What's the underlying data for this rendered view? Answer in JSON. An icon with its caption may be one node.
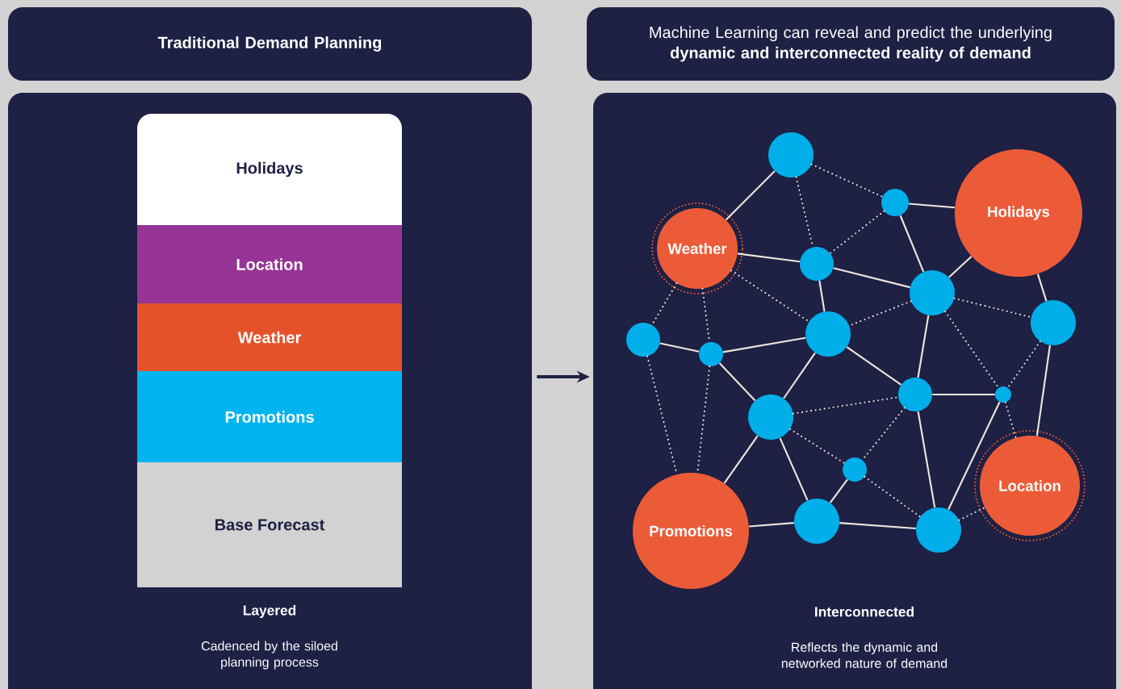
{
  "diagram": {
    "nodes": [
      {
        "text": [
          "Traditional Demand Planning"
        ]
      },
      {
        "text": [
          "Machine Learning can reveal and predict the underlying **dynamic and interconnected reality of demand**"
        ]
      },
      {
        "text": [
          "Layered",
          "Cadenced by the siloed planning process"
        ]
      },
      {
        "text": [
          "Holidays"
        ],
        "in": 2
      },
      {
        "text": [
          "Location"
        ],
        "in": 2
      },
      {
        "text": [
          "Weather"
        ],
        "in": 2
      },
      {
        "text": [
          "Promotions"
        ],
        "in": 2
      },
      {
        "text": [
          "Base Forecast"
        ],
        "in": 2
      },
      {
        "text": [
          "Interconnected",
          "Reflects the dynamic and networked nature of demand"
        ]
      },
      {
        "text": [],
        "shape": "circle",
        "in": 8
      },
      {
        "text": [],
        "shape": "circle",
        "in": 8
      },
      {
        "text": [
          "Holidays"
        ],
        "in": 8
      },
      {
        "text": [
          "Weather"
        ],
        "in": 8
      },
      {
        "text": [],
        "shape": "circle",
        "in": 8
      },
      {
        "text": [],
        "shape": "circle",
        "in": 8
      },
      {
        "text": [],
        "shape": "circle",
        "in": 8
      },
      {
        "text": [],
        "shape": "circle",
        "in": 8
      },
      {
        "text": [],
        "shape": "circle",
        "in": 8
      },
      {
        "text": [],
        "shape": "circle",
        "in": 8
      },
      {
        "text": [],
        "shape": "circle",
        "in": 8
      },
      {
        "text": [],
        "shape": "circle",
        "in": 8
      },
      {
        "text": [],
        "shape": "circle",
        "in": 8
      },
      {
        "text": [],
        "shape": "circle",
        "in": 8
      },
      {
        "text": [
          "Location"
        ],
        "in": 8
      },
      {
        "text": [],
        "shape": "circle",
        "in": 8
      },
      {
        "text": [
          "Promotions"
        ],
        "in": 8
      },
      {
        "text": [],
        "shape": "circle",
        "in": 8
      }
    ],
    "edges": [
      {
        "from": 2,
        "to": 8,
        "arrow": "to",
        "color": "#1e2044"
      },
      {
        "from": 9,
        "to": 12,
        "arrow": "none"
      },
      {
        "from": 9,
        "to": 10,
        "arrow": "none",
        "style": "dashed"
      },
      {
        "from": 9,
        "to": 13,
        "arrow": "none",
        "style": "dashed"
      },
      {
        "from": 10,
        "to": 11,
        "arrow": "none"
      },
      {
        "from": 10,
        "to": 13,
        "arrow": "none",
        "style": "dashed"
      },
      {
        "from": 10,
        "to": 14,
        "arrow": "none"
      },
      {
        "from": 11,
        "to": 14,
        "arrow": "none"
      },
      {
        "from": 11,
        "to": 15,
        "arrow": "none"
      },
      {
        "from": 12,
        "to": 13,
        "arrow": "none"
      },
      {
        "from": 12,
        "to": 17,
        "arrow": "none",
        "style": "dashed"
      },
      {
        "from": 12,
        "to": 18,
        "arrow": "none",
        "style": "dashed"
      },
      {
        "from": 12,
        "to": 16,
        "arrow": "none",
        "style": "dashed"
      },
      {
        "from": 13,
        "to": 14,
        "arrow": "none"
      },
      {
        "from": 13,
        "to": 16,
        "arrow": "none"
      },
      {
        "from": 14,
        "to": 16,
        "arrow": "none",
        "style": "dashed"
      },
      {
        "from": 14,
        "to": 15,
        "arrow": "none",
        "style": "dashed"
      },
      {
        "from": 14,
        "to": 19,
        "arrow": "none"
      },
      {
        "from": 14,
        "to": 20,
        "arrow": "none",
        "style": "dashed"
      },
      {
        "from": 15,
        "to": 20,
        "arrow": "none",
        "style": "dashed"
      },
      {
        "from": 15,
        "to": 23,
        "arrow": "none"
      },
      {
        "from": 17,
        "to": 18,
        "arrow": "none"
      },
      {
        "from": 17,
        "to": 25,
        "arrow": "none",
        "style": "dashed"
      },
      {
        "from": 18,
        "to": 25,
        "arrow": "none",
        "style": "dashed"
      },
      {
        "from": 18,
        "to": 16,
        "arrow": "none"
      },
      {
        "from": 18,
        "to": 21,
        "arrow": "none"
      },
      {
        "from": 16,
        "to": 21,
        "arrow": "none"
      },
      {
        "from": 16,
        "to": 19,
        "arrow": "none"
      },
      {
        "from": 21,
        "to": 19,
        "arrow": "none",
        "style": "dashed"
      },
      {
        "from": 19,
        "to": 20,
        "arrow": "none"
      },
      {
        "from": 19,
        "to": 22,
        "arrow": "none",
        "style": "dashed"
      },
      {
        "from": 19,
        "to": 26,
        "arrow": "none"
      },
      {
        "from": 20,
        "to": 23,
        "arrow": "none",
        "style": "dashed"
      },
      {
        "from": 20,
        "to": 26,
        "arrow": "none"
      },
      {
        "from": 21,
        "to": 25,
        "arrow": "none"
      },
      {
        "from": 21,
        "to": 24,
        "arrow": "none"
      },
      {
        "from": 21,
        "to": 22,
        "arrow": "none",
        "style": "dashed"
      },
      {
        "from": 22,
        "to": 26,
        "arrow": "none",
        "style": "dashed"
      },
      {
        "from": 22,
        "to": 24,
        "arrow": "none"
      },
      {
        "from": 25,
        "to": 24,
        "arrow": "none"
      },
      {
        "from": 24,
        "to": 26,
        "arrow": "none"
      },
      {
        "from": 26,
        "to": 23,
        "arrow": "none",
        "style": "dashed"
      }
    ]
  }
}
